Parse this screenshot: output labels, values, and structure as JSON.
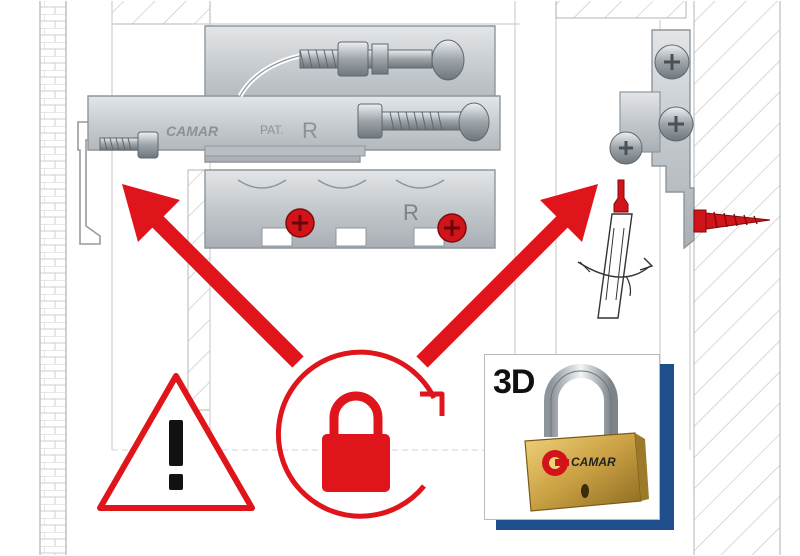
{
  "labels": {
    "brand_slider": "CAMAR",
    "patent": "PAT.",
    "side_mark": "R",
    "side_mark_plate": "R",
    "badge_text": "3D",
    "padlock_brand": "CAMAR"
  },
  "colors": {
    "accent_red": "#e0151b",
    "badge_blue": "#1f4e8c",
    "metal": "#c9cdd1",
    "line": "#9aa0a6",
    "hatch": "#b5b5b5",
    "brass": "#c9a043"
  },
  "icons": {
    "warning": "warning-triangle-icon",
    "lock_rotate": "padlock-rotate-icon",
    "screwdriver": "screwdriver-icon",
    "padlock_3d": "padlock-3d-icon"
  }
}
